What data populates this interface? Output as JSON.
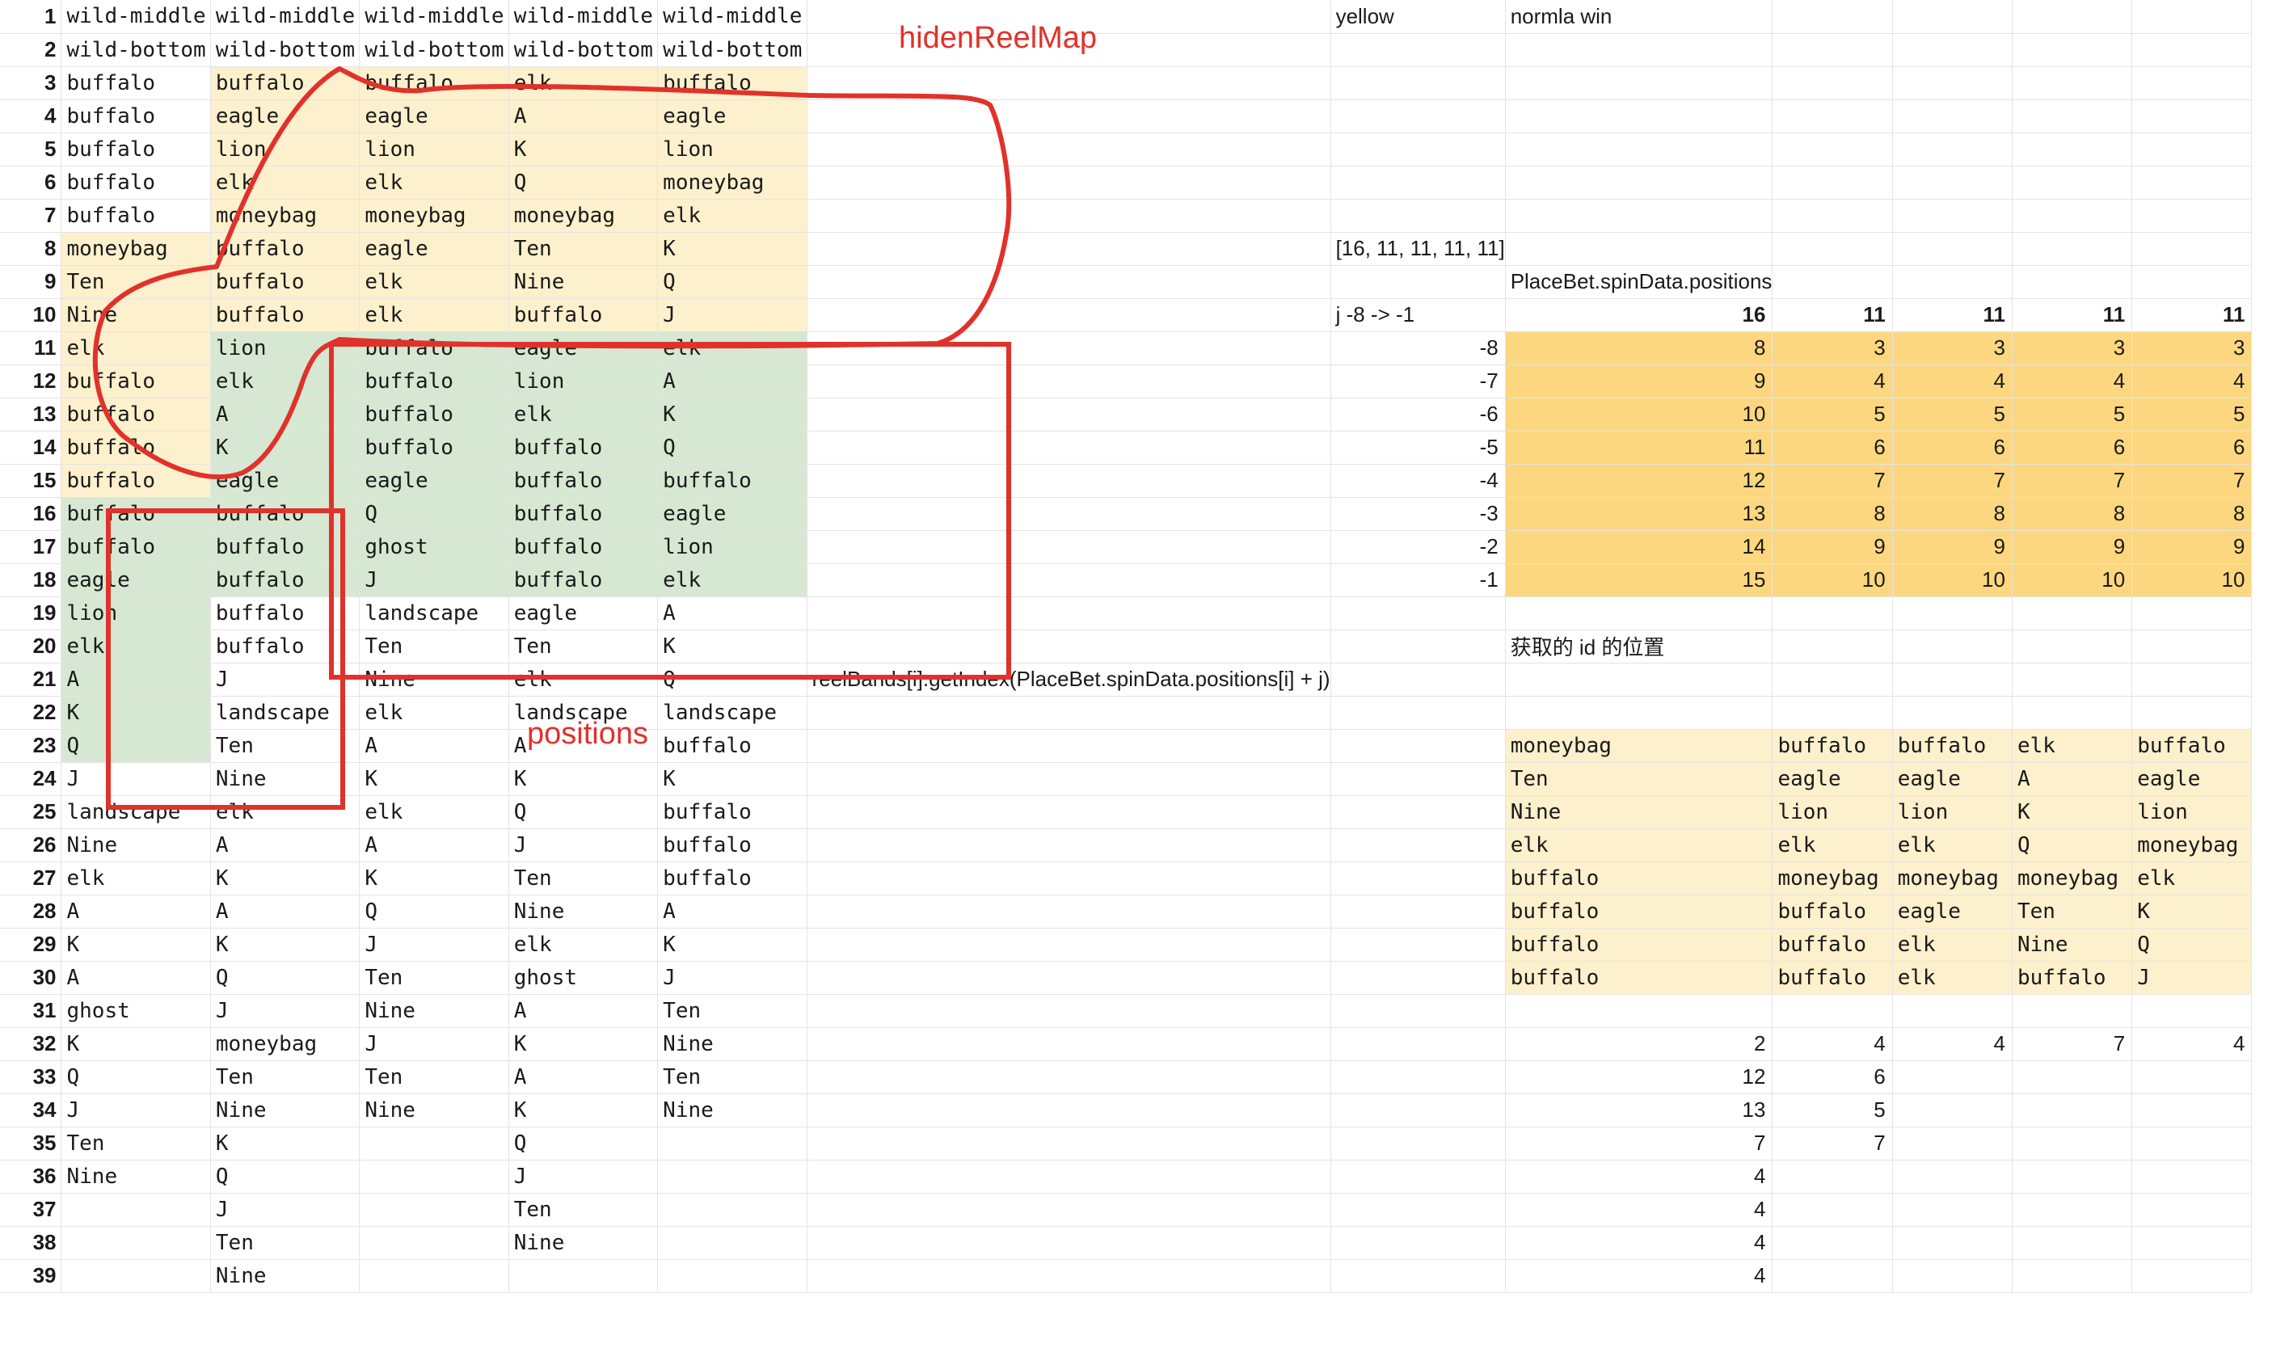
{
  "sheet": {
    "rows": [
      [
        "1",
        "wild-middle",
        "wild-middle",
        "wild-middle",
        "wild-middle",
        "wild-middle",
        "",
        "yellow",
        "normla win",
        "",
        "",
        "",
        ""
      ],
      [
        "2",
        "wild-bottom",
        "wild-bottom",
        "wild-bottom",
        "wild-bottom",
        "wild-bottom",
        "",
        "",
        "",
        "",
        "",
        "",
        ""
      ],
      [
        "3",
        "buffalo",
        "buffalo",
        "buffalo",
        "elk",
        "buffalo",
        "",
        "",
        "",
        "",
        "",
        "",
        ""
      ],
      [
        "4",
        "buffalo",
        "eagle",
        "eagle",
        "A",
        "eagle",
        "",
        "",
        "",
        "",
        "",
        "",
        ""
      ],
      [
        "5",
        "buffalo",
        "lion",
        "lion",
        "K",
        "lion",
        "",
        "",
        "",
        "",
        "",
        "",
        ""
      ],
      [
        "6",
        "buffalo",
        "elk",
        "elk",
        "Q",
        "moneybag",
        "",
        "",
        "",
        "",
        "",
        "",
        ""
      ],
      [
        "7",
        "buffalo",
        "moneybag",
        "moneybag",
        "moneybag",
        "elk",
        "",
        "",
        "",
        "",
        "",
        "",
        ""
      ],
      [
        "8",
        "moneybag",
        "buffalo",
        "eagle",
        "Ten",
        "K",
        "",
        "[16, 11, 11, 11, 11]",
        "",
        "",
        "",
        "",
        ""
      ],
      [
        "9",
        "Ten",
        "buffalo",
        "elk",
        "Nine",
        "Q",
        "",
        "",
        "PlaceBet.spinData.positions",
        "",
        "",
        "",
        ""
      ],
      [
        "10",
        "Nine",
        "buffalo",
        "elk",
        "buffalo",
        "J",
        "",
        "j -8 -> -1",
        "16",
        "11",
        "11",
        "11",
        "11"
      ],
      [
        "11",
        "elk",
        "lion",
        "buffalo",
        "eagle",
        "elk",
        "",
        "-8",
        "8",
        "3",
        "3",
        "3",
        "3"
      ],
      [
        "12",
        "buffalo",
        "elk",
        "buffalo",
        "lion",
        "A",
        "",
        "-7",
        "9",
        "4",
        "4",
        "4",
        "4"
      ],
      [
        "13",
        "buffalo",
        "A",
        "buffalo",
        "elk",
        "K",
        "",
        "-6",
        "10",
        "5",
        "5",
        "5",
        "5"
      ],
      [
        "14",
        "buffalo",
        "K",
        "buffalo",
        "buffalo",
        "Q",
        "",
        "-5",
        "11",
        "6",
        "6",
        "6",
        "6"
      ],
      [
        "15",
        "buffalo",
        "eagle",
        "eagle",
        "buffalo",
        "buffalo",
        "",
        "-4",
        "12",
        "7",
        "7",
        "7",
        "7"
      ],
      [
        "16",
        "buffalo",
        "buffalo",
        "Q",
        "buffalo",
        "eagle",
        "",
        "-3",
        "13",
        "8",
        "8",
        "8",
        "8"
      ],
      [
        "17",
        "buffalo",
        "buffalo",
        "ghost",
        "buffalo",
        "lion",
        "",
        "-2",
        "14",
        "9",
        "9",
        "9",
        "9"
      ],
      [
        "18",
        "eagle",
        "buffalo",
        "J",
        "buffalo",
        "elk",
        "",
        "-1",
        "15",
        "10",
        "10",
        "10",
        "10"
      ],
      [
        "19",
        "lion",
        "buffalo",
        "landscape",
        "eagle",
        "A",
        "",
        "",
        "",
        "",
        "",
        "",
        ""
      ],
      [
        "20",
        "elk",
        "buffalo",
        "Ten",
        "Ten",
        "K",
        "",
        "",
        "获取的 id 的位置",
        "",
        "",
        "",
        ""
      ],
      [
        "21",
        "A",
        "J",
        "Nine",
        "elk",
        "Q",
        "reelBands[i].getIndex(PlaceBet.spinData.positions[i] + j)",
        "",
        "",
        "",
        "",
        "",
        ""
      ],
      [
        "22",
        "K",
        "landscape",
        "elk",
        "landscape",
        "landscape",
        "",
        "",
        "",
        "",
        "",
        "",
        ""
      ],
      [
        "23",
        "Q",
        "Ten",
        "A",
        "A",
        "buffalo",
        "",
        "",
        "moneybag",
        "buffalo",
        "buffalo",
        "elk",
        "buffalo"
      ],
      [
        "24",
        "J",
        "Nine",
        "K",
        "K",
        "K",
        "",
        "",
        "Ten",
        "eagle",
        "eagle",
        "A",
        "eagle"
      ],
      [
        "25",
        "landscape",
        "elk",
        "elk",
        "Q",
        "buffalo",
        "",
        "",
        "Nine",
        "lion",
        "lion",
        "K",
        "lion"
      ],
      [
        "26",
        "Nine",
        "A",
        "A",
        "J",
        "buffalo",
        "",
        "",
        "elk",
        "elk",
        "elk",
        "Q",
        "moneybag"
      ],
      [
        "27",
        "elk",
        "K",
        "K",
        "Ten",
        "buffalo",
        "",
        "",
        "buffalo",
        "moneybag",
        "moneybag",
        "moneybag",
        "elk"
      ],
      [
        "28",
        "A",
        "A",
        "Q",
        "Nine",
        "A",
        "",
        "",
        "buffalo",
        "buffalo",
        "eagle",
        "Ten",
        "K"
      ],
      [
        "29",
        "K",
        "K",
        "J",
        "elk",
        "K",
        "",
        "",
        "buffalo",
        "buffalo",
        "elk",
        "Nine",
        "Q"
      ],
      [
        "30",
        "A",
        "Q",
        "Ten",
        "ghost",
        "J",
        "",
        "",
        "buffalo",
        "buffalo",
        "elk",
        "buffalo",
        "J"
      ],
      [
        "31",
        "ghost",
        "J",
        "Nine",
        "A",
        "Ten",
        "",
        "",
        "",
        "",
        "",
        "",
        ""
      ],
      [
        "32",
        "K",
        "moneybag",
        "J",
        "K",
        "Nine",
        "",
        "",
        "2",
        "4",
        "4",
        "7",
        "4"
      ],
      [
        "33",
        "Q",
        "Ten",
        "Ten",
        "A",
        "Ten",
        "",
        "",
        "12",
        "6",
        "",
        "",
        ""
      ],
      [
        "34",
        "J",
        "Nine",
        "Nine",
        "K",
        "Nine",
        "",
        "",
        "13",
        "5",
        "",
        "",
        ""
      ],
      [
        "35",
        "Ten",
        "K",
        "",
        "Q",
        "",
        "",
        "",
        "7",
        "7",
        "",
        "",
        ""
      ],
      [
        "36",
        "Nine",
        "Q",
        "",
        "J",
        "",
        "",
        "",
        "4",
        "",
        "",
        "",
        ""
      ],
      [
        "37",
        "",
        "J",
        "",
        "Ten",
        "",
        "",
        "",
        "4",
        "",
        "",
        "",
        ""
      ],
      [
        "38",
        "",
        "Ten",
        "",
        "Nine",
        "",
        "",
        "",
        "4",
        "",
        "",
        "",
        ""
      ],
      [
        "39",
        "",
        "Nine",
        "",
        "",
        "",
        "",
        "",
        "4",
        "",
        "",
        "",
        ""
      ]
    ]
  },
  "annotations": {
    "hidden_reel_map": "hidenReelMap",
    "positions": "positions",
    "ink_color": "#e0322b"
  },
  "colors": {
    "yellow_fill": "#fdf0cc",
    "green_fill": "#d6e8d2",
    "orange_fill": "#fcd77f",
    "red_row_number": "#e0322b"
  }
}
